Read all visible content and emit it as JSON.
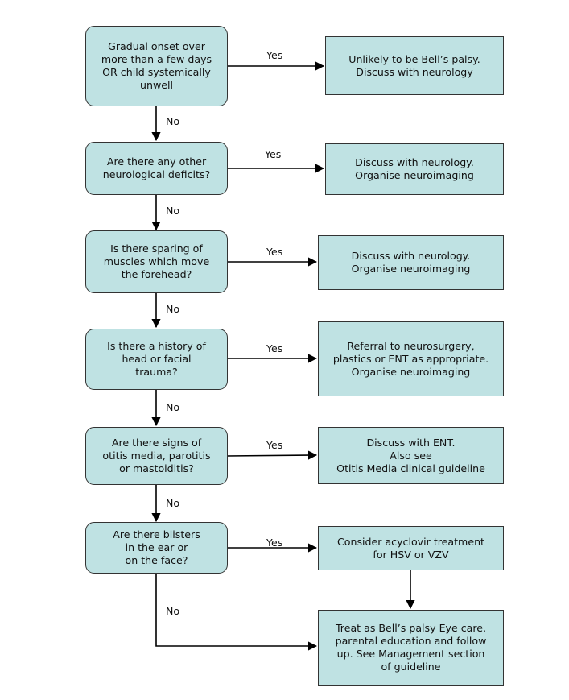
{
  "flowchart": {
    "decisions": [
      {
        "text": "Gradual onset over\nmore than a few days\nOR child systemically\nunwell"
      },
      {
        "text": "Are there any other\nneurological deficits?"
      },
      {
        "text": "Is there sparing of\nmuscles which move\nthe forehead?"
      },
      {
        "text": "Is there a history of\nhead or facial\ntrauma?"
      },
      {
        "text": "Are there signs of\notitis media, parotitis\nor mastoiditis?"
      },
      {
        "text": "Are there blisters\nin the ear or\non the face?"
      }
    ],
    "actions": [
      {
        "text": "Unlikely to be Bell’s palsy.\nDiscuss with neurology"
      },
      {
        "text": "Discuss with neurology.\nOrganise neuroimaging"
      },
      {
        "text": "Discuss with neurology.\nOrganise neuroimaging"
      },
      {
        "text": "Referral to neurosurgery,\nplastics or ENT as appropriate.\nOrganise neuroimaging"
      },
      {
        "text": "Discuss with ENT.\nAlso see\nOtitis Media clinical guideline"
      },
      {
        "text": "Consider acyclovir treatment\nfor HSV or VZV"
      }
    ],
    "final": {
      "text": "Treat as Bell’s palsy Eye care,\nparental education and follow\nup. See Management section\nof guideline"
    },
    "yes_label": "Yes",
    "no_label": "No"
  },
  "colors": {
    "box_fill": "#bfe2e3",
    "box_border": "#333333",
    "arrow": "#000000"
  }
}
